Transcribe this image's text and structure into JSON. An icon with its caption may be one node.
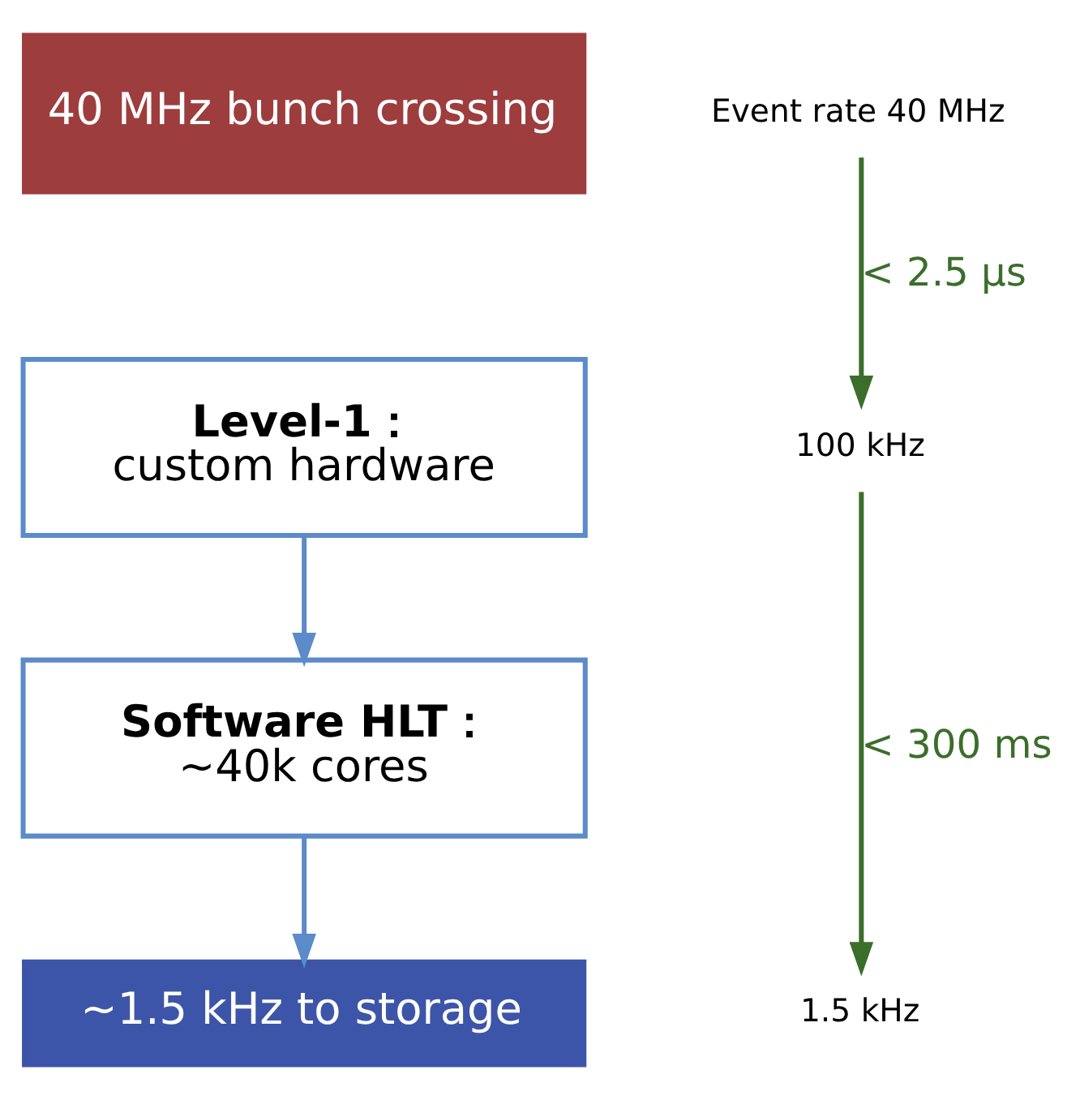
{
  "diagram": {
    "nodes": [
      {
        "text": [
          "40 MHz bunch crossing"
        ]
      },
      {
        "text": [
          "Level-1：",
          "custom hardware"
        ]
      },
      {
        "text": [
          "Software HLT：",
          "~40k cores"
        ]
      },
      {
        "text": [
          "~1.5 kHz to storage"
        ]
      },
      {
        "text": [
          "Event rate 40 MHz"
        ]
      },
      {
        "text": [
          "100 kHz"
        ]
      },
      {
        "text": [
          "1.5 kHz"
        ]
      }
    ],
    "edges": [
      {
        "from": 1,
        "to": 2,
        "arrow": "to",
        "color": "#5b8bc9"
      },
      {
        "from": 2,
        "to": 3,
        "arrow": "to",
        "color": "#5b8bc9"
      },
      {
        "from": 4,
        "to": 5,
        "arrow": "to",
        "label": "< 2.5 μs",
        "color": "#3b6e2b"
      },
      {
        "from": 5,
        "to": 6,
        "arrow": "to",
        "label": "< 300 ms",
        "color": "#3b6e2b"
      }
    ]
  }
}
